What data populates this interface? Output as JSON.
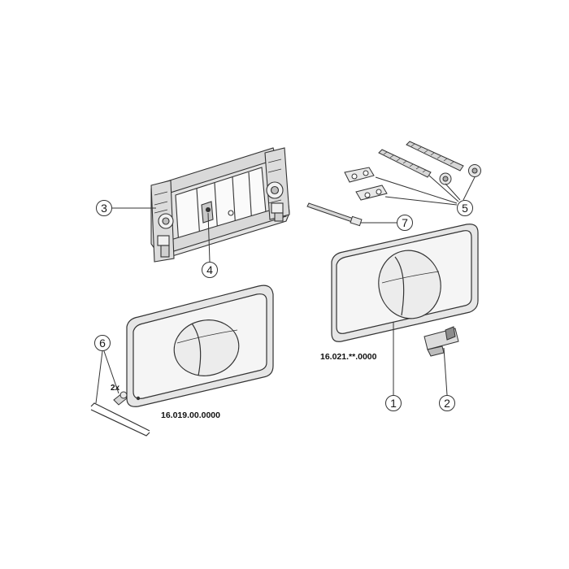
{
  "callouts": {
    "c1": "1",
    "c2": "2",
    "c3": "3",
    "c4": "4",
    "c5": "5",
    "c6": "6",
    "c7": "7"
  },
  "part_codes": {
    "left_plate": "16.019.00.0000",
    "right_plate": "16.021.**.0000"
  },
  "quantity_label": "2x",
  "colors": {
    "line": "#333333",
    "plate_fill": "#ececec",
    "plate_face": "#f6f6f6",
    "frame_fill": "#e4e4e4"
  }
}
